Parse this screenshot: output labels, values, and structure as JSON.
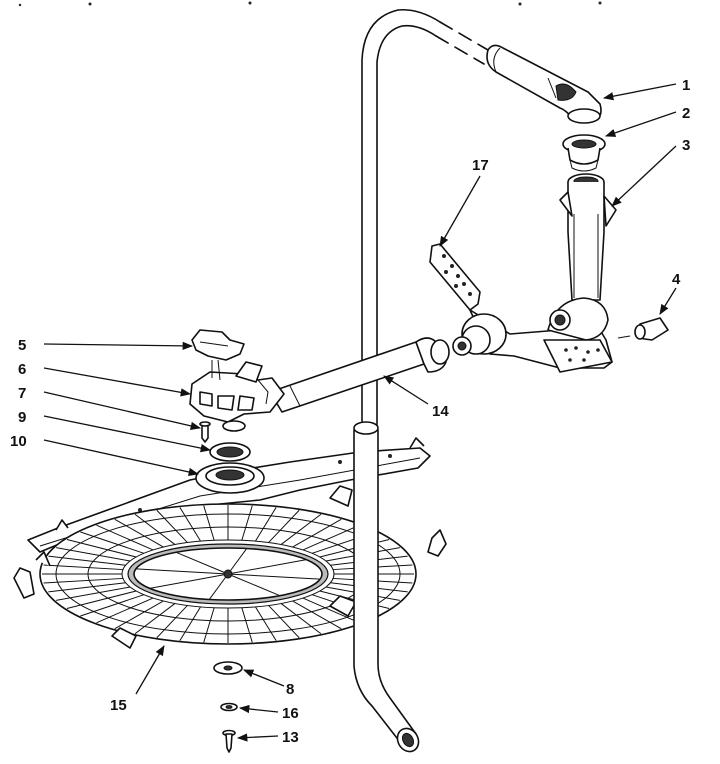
{
  "callouts": [
    {
      "id": "1",
      "label": "1"
    },
    {
      "id": "2",
      "label": "2"
    },
    {
      "id": "3",
      "label": "3"
    },
    {
      "id": "4",
      "label": "4"
    },
    {
      "id": "5",
      "label": "5"
    },
    {
      "id": "6",
      "label": "6"
    },
    {
      "id": "7",
      "label": "7"
    },
    {
      "id": "8",
      "label": "8"
    },
    {
      "id": "9",
      "label": "9"
    },
    {
      "id": "10",
      "label": "10"
    },
    {
      "id": "13",
      "label": "13"
    },
    {
      "id": "14",
      "label": "14"
    },
    {
      "id": "15",
      "label": "15"
    },
    {
      "id": "16",
      "label": "16"
    },
    {
      "id": "17",
      "label": "17"
    }
  ]
}
